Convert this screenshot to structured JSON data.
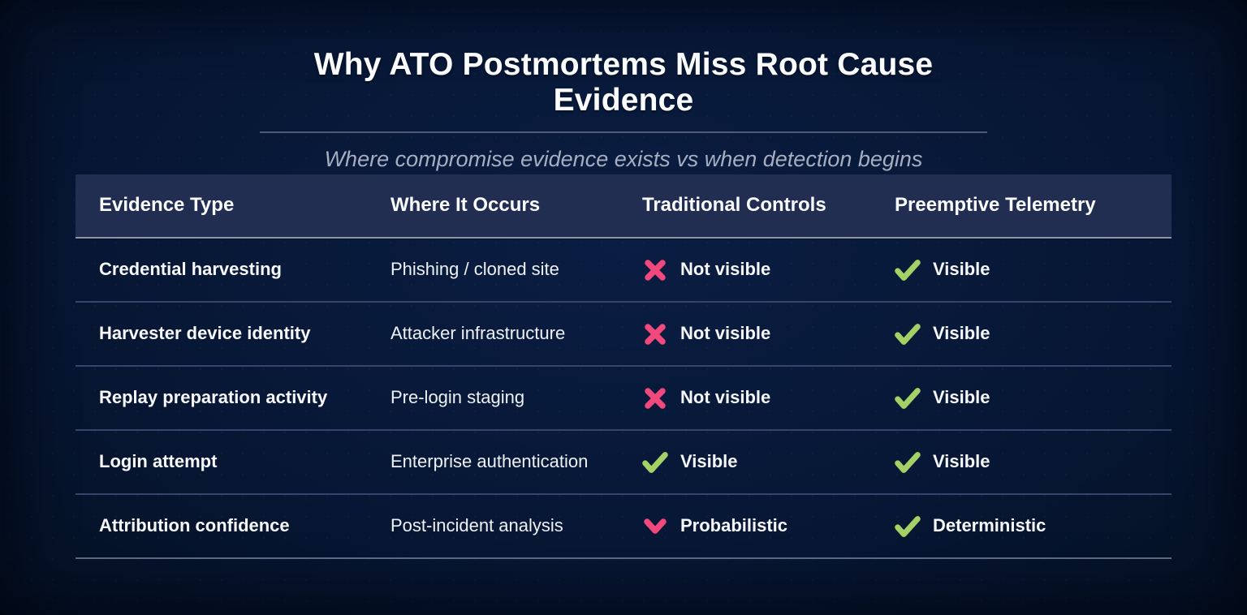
{
  "header": {
    "title": "Why ATO Postmortems Miss Root Cause Evidence",
    "subtitle": "Where compromise evidence exists vs when detection begins"
  },
  "chart_data": {
    "type": "table",
    "title": "Why ATO Postmortems Miss Root Cause Evidence",
    "subtitle": "Where compromise evidence exists vs when detection begins",
    "columns": [
      "Evidence Type",
      "Where It Occurs",
      "Traditional Controls",
      "Preemptive Telemetry"
    ],
    "rows": [
      {
        "evidence_type": "Credential harvesting",
        "where_it_occurs": "Phishing / cloned site",
        "traditional_controls": {
          "icon": "cross",
          "label": "Not visible"
        },
        "preemptive_telemetry": {
          "icon": "check",
          "label": "Visible"
        }
      },
      {
        "evidence_type": "Harvester device identity",
        "where_it_occurs": "Attacker infrastructure",
        "traditional_controls": {
          "icon": "cross",
          "label": "Not visible"
        },
        "preemptive_telemetry": {
          "icon": "check",
          "label": "Visible"
        }
      },
      {
        "evidence_type": "Replay preparation activity",
        "where_it_occurs": "Pre-login staging",
        "traditional_controls": {
          "icon": "cross",
          "label": "Not visible"
        },
        "preemptive_telemetry": {
          "icon": "check",
          "label": "Visible"
        }
      },
      {
        "evidence_type": "Login attempt",
        "where_it_occurs": "Enterprise authentication",
        "traditional_controls": {
          "icon": "check",
          "label": "Visible"
        },
        "preemptive_telemetry": {
          "icon": "check",
          "label": "Visible"
        }
      },
      {
        "evidence_type": "Attribution confidence",
        "where_it_occurs": "Post-incident analysis",
        "traditional_controls": {
          "icon": "chevron-down",
          "label": "Probabilistic"
        },
        "preemptive_telemetry": {
          "icon": "check",
          "label": "Deterministic"
        }
      }
    ]
  },
  "colors": {
    "background": "#071735",
    "header_row_bg": "#212e52",
    "cross": "#f1497c",
    "chevron": "#f1497c",
    "check": "#a3d165"
  }
}
